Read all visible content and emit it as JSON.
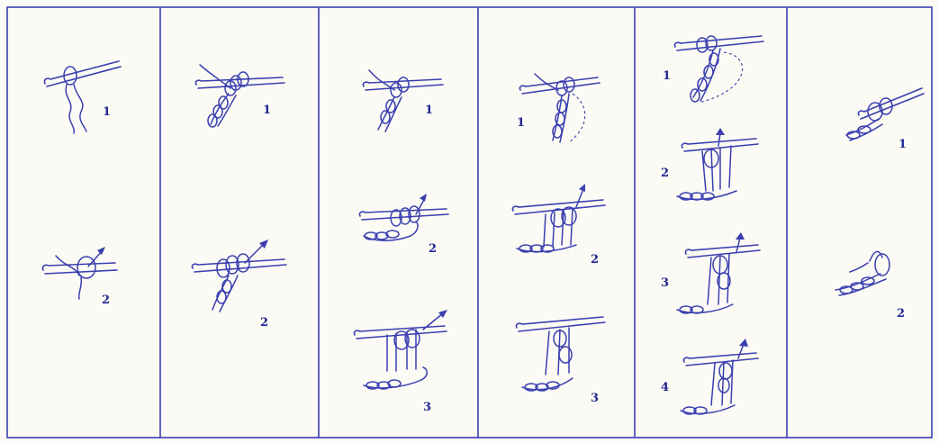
{
  "colors": {
    "ink": "#3a3fb0",
    "paper": "#fbfaf4"
  },
  "panels": [
    {
      "steps": [
        {
          "label": "1",
          "icon": "slip-knot-on-hook"
        },
        {
          "label": "2",
          "icon": "yarn-over-pull-through"
        }
      ]
    },
    {
      "steps": [
        {
          "label": "1",
          "icon": "chain-on-hook"
        },
        {
          "label": "2",
          "icon": "slip-stitch-pull-through"
        }
      ]
    },
    {
      "steps": [
        {
          "label": "1",
          "icon": "chain-on-hook"
        },
        {
          "label": "2",
          "icon": "single-crochet-pull-through"
        },
        {
          "label": "3",
          "icon": "single-crochet-row"
        }
      ]
    },
    {
      "steps": [
        {
          "label": "1",
          "icon": "chain-with-dashed-arc"
        },
        {
          "label": "2",
          "icon": "double-crochet-loops"
        },
        {
          "label": "3",
          "icon": "double-crochet-finish"
        }
      ]
    },
    {
      "steps": [
        {
          "label": "1",
          "icon": "long-chain-with-dashed-arc"
        },
        {
          "label": "2",
          "icon": "treble-loops"
        },
        {
          "label": "3",
          "icon": "treble-pull-through"
        },
        {
          "label": "4",
          "icon": "treble-finish"
        }
      ]
    },
    {
      "steps": [
        {
          "label": "1",
          "icon": "reverse-stitch-hook"
        },
        {
          "label": "2",
          "icon": "reverse-stitch-finish"
        }
      ]
    }
  ]
}
